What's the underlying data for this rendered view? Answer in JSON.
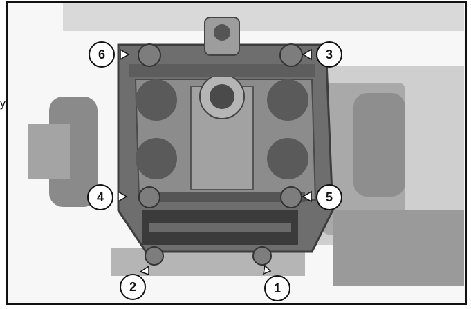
{
  "callouts": [
    "1",
    "2",
    "3",
    "4",
    "5",
    "6"
  ],
  "edge_text": "y.",
  "colors": {
    "frame": "#111111",
    "metal_dark": "#4a4a4a",
    "metal_mid": "#8a8a8a",
    "metal_light": "#bdbdbd",
    "background": "#f7f7f7"
  }
}
